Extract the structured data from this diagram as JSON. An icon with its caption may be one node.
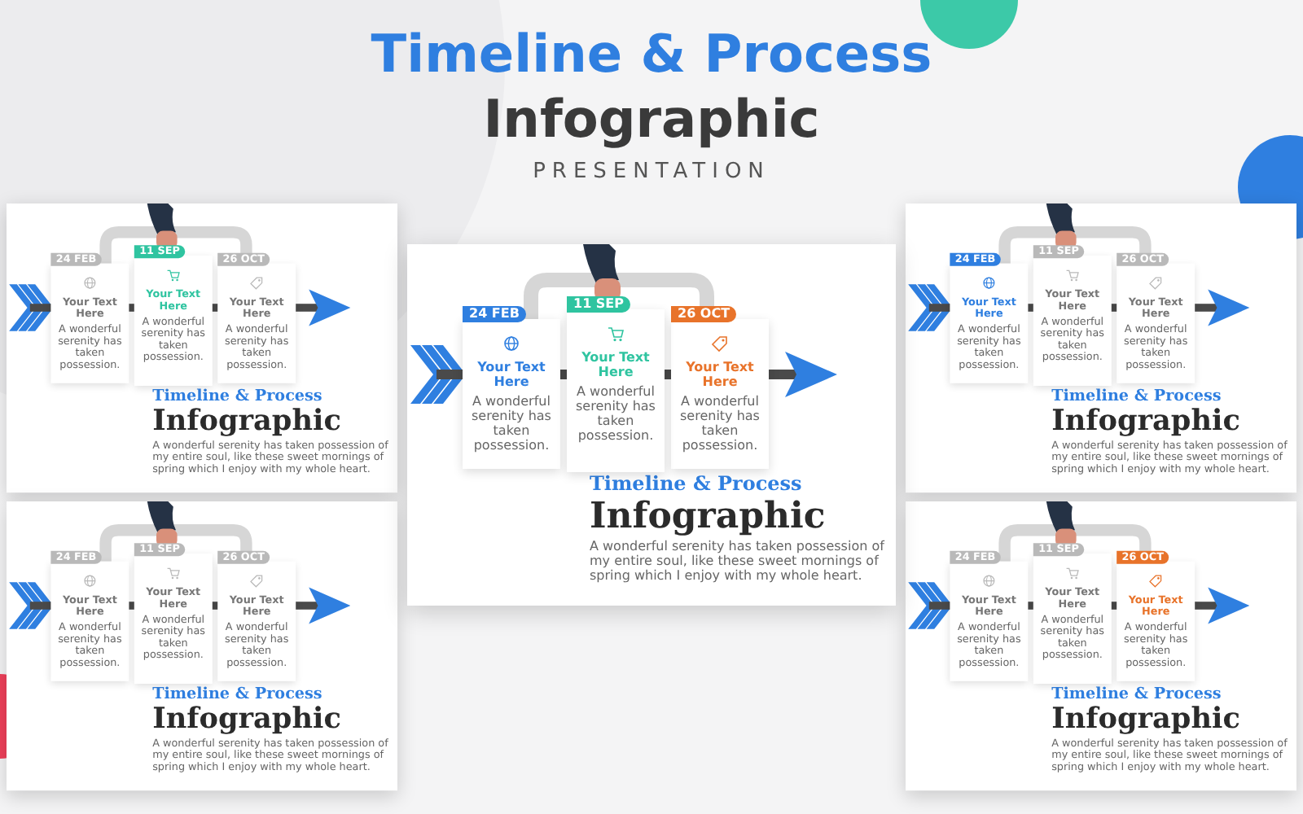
{
  "diagram": {
    "nodes": [
      {
        "text": [
          "Timeline & Process",
          "Infographic",
          "A wonderful serenity has taken possession of my entire soul, like these sweet mornings of spring which I enjoy with my whole heart."
        ]
      },
      {
        "text": [
          "24 FEB",
          "Your Text Here",
          "A wonderful serenity has taken possession."
        ],
        "in": 0
      },
      {
        "text": [
          "11 SEP",
          "Your Text Here",
          "A wonderful serenity has taken possession."
        ],
        "in": 0
      },
      {
        "text": [
          "26 OCT",
          "Your Text Here",
          "A wonderful serenity has taken possession."
        ],
        "in": 0
      },
      {
        "text": [
          "Timeline & Process",
          "Infographic",
          "A wonderful serenity has taken possession of my entire soul, like these sweet mornings of spring which I enjoy with my whole heart."
        ]
      },
      {
        "text": [
          "24 FEB",
          "Your Text Here",
          "A wonderful serenity has taken possession."
        ],
        "in": 4
      },
      {
        "text": [
          "11 SEP",
          "Your Text Here",
          "A wonderful serenity has taken possession."
        ],
        "in": 4
      },
      {
        "text": [
          "26 OCT",
          "Your Text Here",
          "A wonderful serenity has taken possession."
        ],
        "in": 4
      },
      {
        "text": [
          "Timeline & Process",
          "Infographic",
          "A wonderful serenity has taken possession of my entire soul, like these sweet mornings of spring which I enjoy with my whole heart."
        ]
      },
      {
        "text": [
          "24 FEB",
          "Your Text Here",
          "A wonderful serenity has taken possession."
        ],
        "in": 8
      },
      {
        "text": [
          "11 SEP",
          "Your Text Here",
          "A wonderful serenity has taken possession."
        ],
        "in": 8
      },
      {
        "text": [
          "26 OCT",
          "Your Text Here",
          "A wonderful serenity has taken possession."
        ],
        "in": 8
      },
      {
        "text": [
          "Timeline & Process",
          "Infographic",
          "A wonderful serenity has taken possession of my entire soul, like these sweet mornings of spring which I enjoy with my whole heart."
        ]
      },
      {
        "text": [
          "24 FEB",
          "Your Text Here",
          "A wonderful serenity has taken possession."
        ],
        "in": 12
      },
      {
        "text": [
          "11 SEP",
          "Your Text Here",
          "A wonderful serenity has taken possession."
        ],
        "in": 12
      },
      {
        "text": [
          "26 OCT",
          "Your Text Here",
          "A wonderful serenity has taken possession."
        ],
        "in": 12
      },
      {
        "text": [
          "Timeline & Process",
          "Infographic",
          "A wonderful serenity has taken possession of my entire soul, like these sweet mornings of spring which I enjoy with my whole heart."
        ]
      },
      {
        "text": [
          "24 FEB",
          "Your Text Here",
          "A wonderful serenity has taken possession."
        ],
        "in": 16
      },
      {
        "text": [
          "11 SEP",
          "Your Text Here",
          "A wonderful serenity has taken possession."
        ],
        "in": 16
      },
      {
        "text": [
          "26 OCT",
          "Your Text Here",
          "A wonderful serenity has taken possession."
        ],
        "in": 16
      }
    ],
    "labels": [
      "Timeline & Process",
      "Infographic",
      "PRESENTATION"
    ]
  }
}
